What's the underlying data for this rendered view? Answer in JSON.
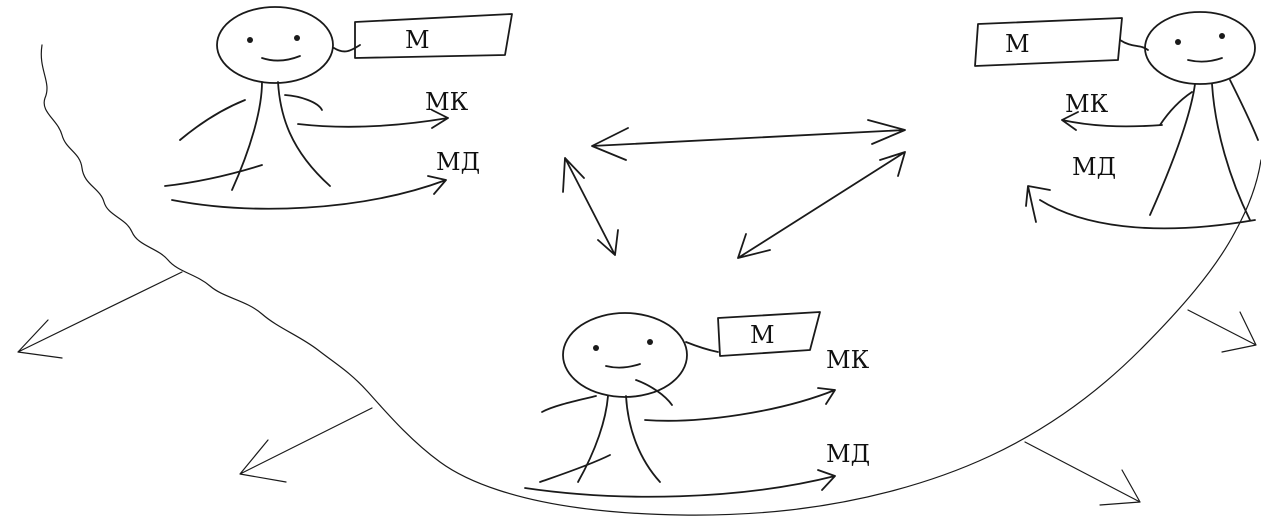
{
  "figures": [
    {
      "id": "left",
      "box_label": "М",
      "arrow_label_1": "МК",
      "arrow_label_2": "МД"
    },
    {
      "id": "right",
      "box_label": "М",
      "arrow_label_1": "МК",
      "arrow_label_2": "МД"
    },
    {
      "id": "bottom",
      "box_label": "М",
      "arrow_label_1": "МК",
      "arrow_label_2": "МД"
    }
  ],
  "colors": {
    "ink": "#1a1a1a",
    "background": "#ffffff"
  }
}
